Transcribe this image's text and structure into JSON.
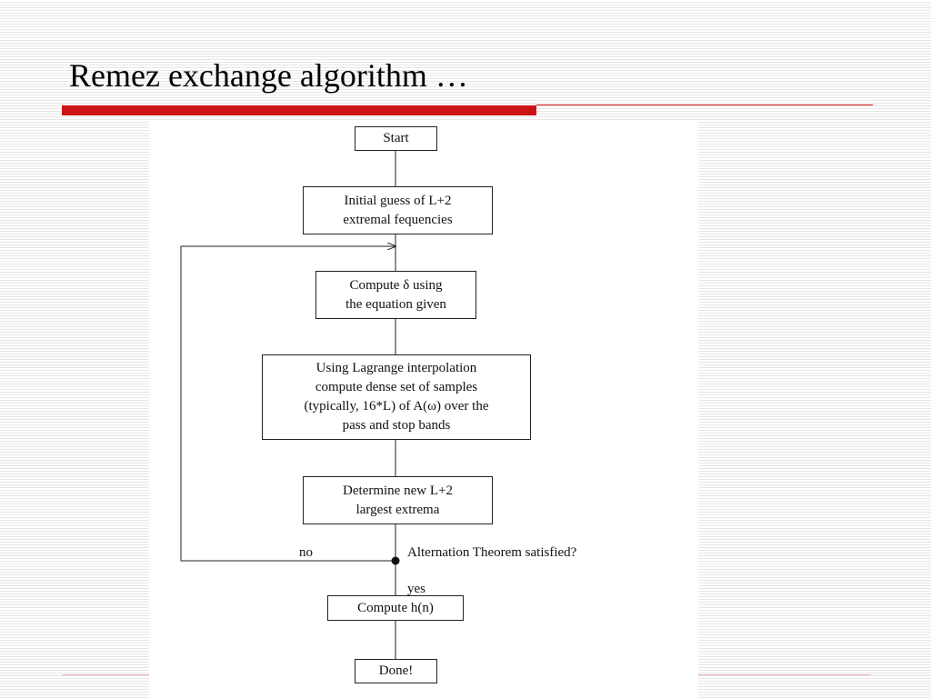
{
  "slide": {
    "title": "Remez exchange algorithm …"
  },
  "colors": {
    "accent_red": "#cc1414",
    "stripe": "#e6e6e6",
    "flowchart_line": "#222222"
  },
  "flowchart": {
    "start": "Start",
    "initial_guess": "Initial guess of L+2\nextremal fequencies",
    "compute_delta": "Compute δ using\nthe equation given",
    "lagrange": "Using Lagrange interpolation\ncompute dense set of samples\n(typically, 16*L) of A(ω) over the\npass and stop bands",
    "determine_extrema": "Determine new L+2\nlargest extrema",
    "decision": "Alternation Theorem satisfied?",
    "no_label": "no",
    "yes_label": "yes",
    "compute_h": "Compute h(n)",
    "done": "Done!"
  }
}
